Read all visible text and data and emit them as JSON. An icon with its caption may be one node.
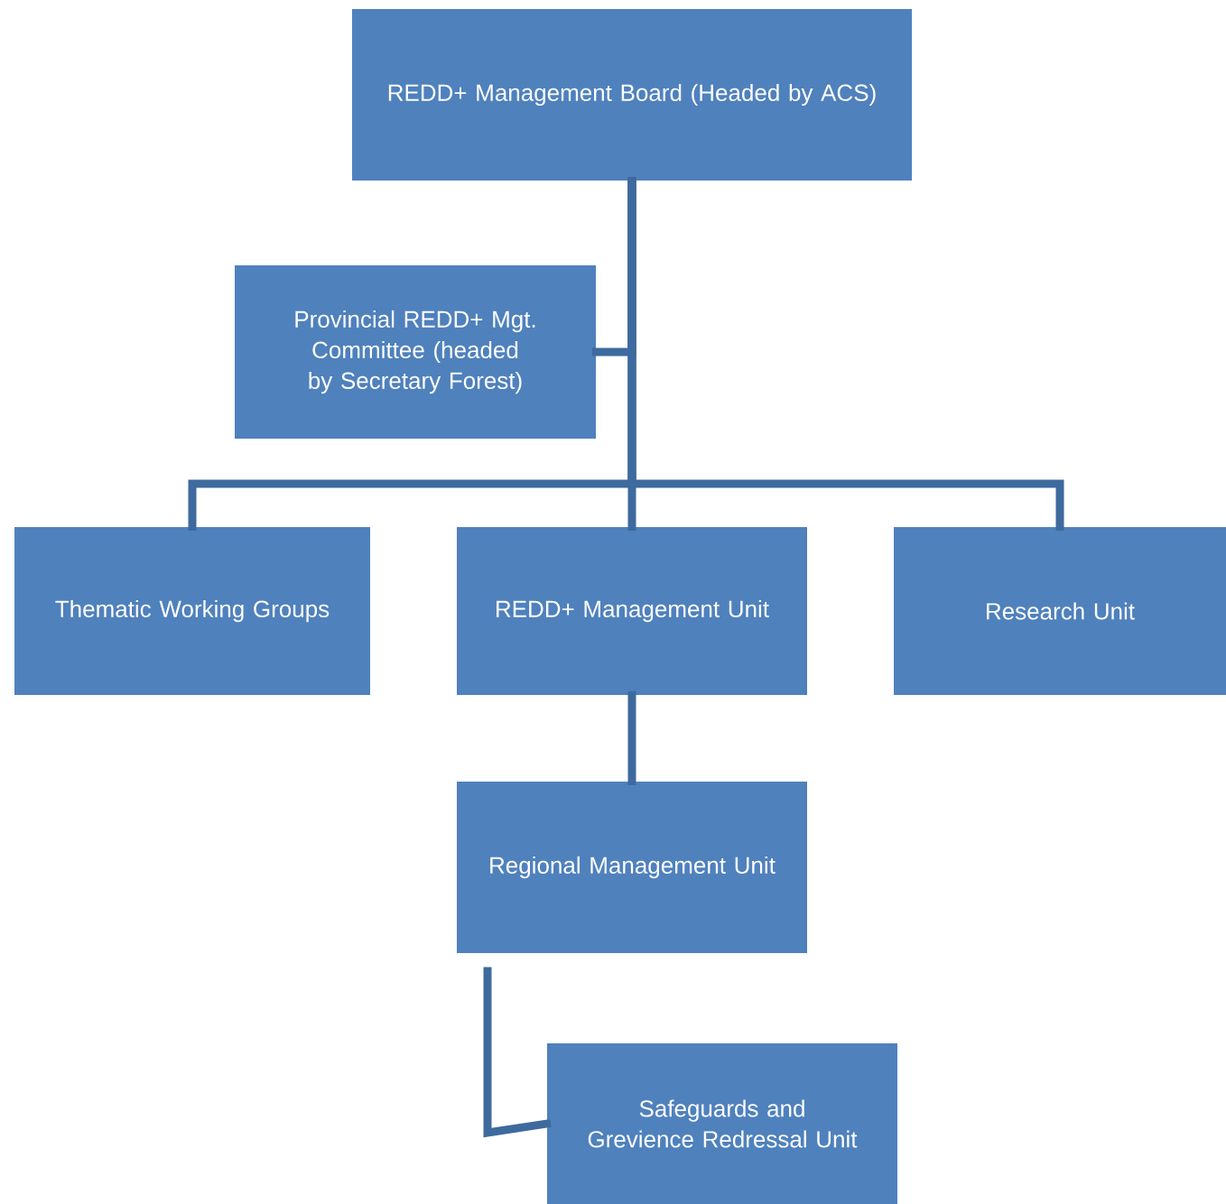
{
  "diagram": {
    "nodes": [
      {
        "text": [
          "REDD+ Management Board (Headed by ACS)"
        ]
      },
      {
        "text": [
          "Provincial REDD+ Mgt. Committee (headed by Secretary Forest)"
        ]
      },
      {
        "text": [
          "Thematic Working Groups"
        ]
      },
      {
        "text": [
          "REDD+ Management Unit"
        ]
      },
      {
        "text": [
          "Research Unit"
        ]
      },
      {
        "text": [
          "Regional Management Unit"
        ]
      },
      {
        "text": [
          "Safeguards and Grevience Redressal Unit"
        ]
      }
    ],
    "edges": [
      {
        "from": 0,
        "to": 1,
        "arrow": "none"
      },
      {
        "from": 0,
        "to": 2,
        "arrow": "none"
      },
      {
        "from": 0,
        "to": 3,
        "arrow": "none"
      },
      {
        "from": 0,
        "to": 4,
        "arrow": "none"
      },
      {
        "from": 3,
        "to": 5,
        "arrow": "none"
      },
      {
        "from": 5,
        "to": 6,
        "arrow": "none"
      }
    ]
  }
}
